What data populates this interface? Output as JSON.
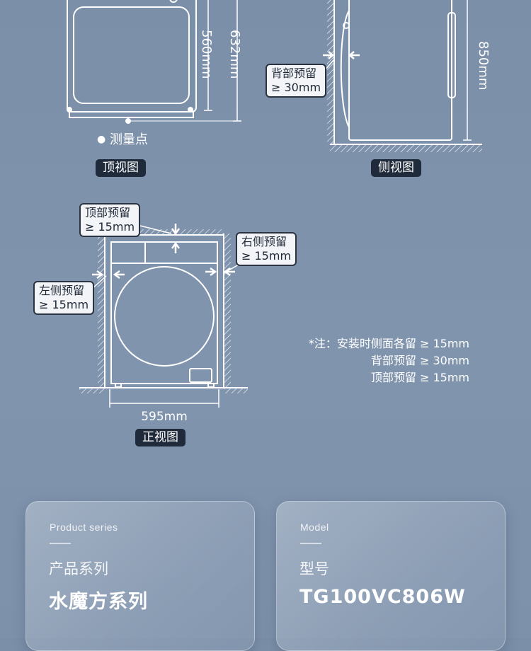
{
  "top_view": {
    "dim_depth": "560mm",
    "dim_total_depth": "632mm",
    "measure_point_label": "测量点",
    "tag": "顶视图"
  },
  "side_view": {
    "back_clearance_line1": "背部预留",
    "back_clearance_line2": "≥ 30mm",
    "dim_height": "850mm",
    "tag": "侧视图"
  },
  "front_view": {
    "top_clearance_line1": "顶部预留",
    "top_clearance_line2": "≥ 15mm",
    "right_clearance_line1": "右侧预留",
    "right_clearance_line2": "≥ 15mm",
    "left_clearance_line1": "左侧预留",
    "left_clearance_line2": "≥ 15mm",
    "dim_width": "595mm",
    "tag": "正视图"
  },
  "notes": {
    "line1": "*注：安装时侧面各留 ≥ 15mm",
    "line2": "背部预留 ≥ 30mm",
    "line3": "顶部预留 ≥ 15mm"
  },
  "cards": {
    "series": {
      "label_en": "Product series",
      "label_cn": "产品系列",
      "value": "水魔方系列"
    },
    "model": {
      "label_en": "Model",
      "label_cn": "型号",
      "value": "TG100VC806W"
    }
  }
}
